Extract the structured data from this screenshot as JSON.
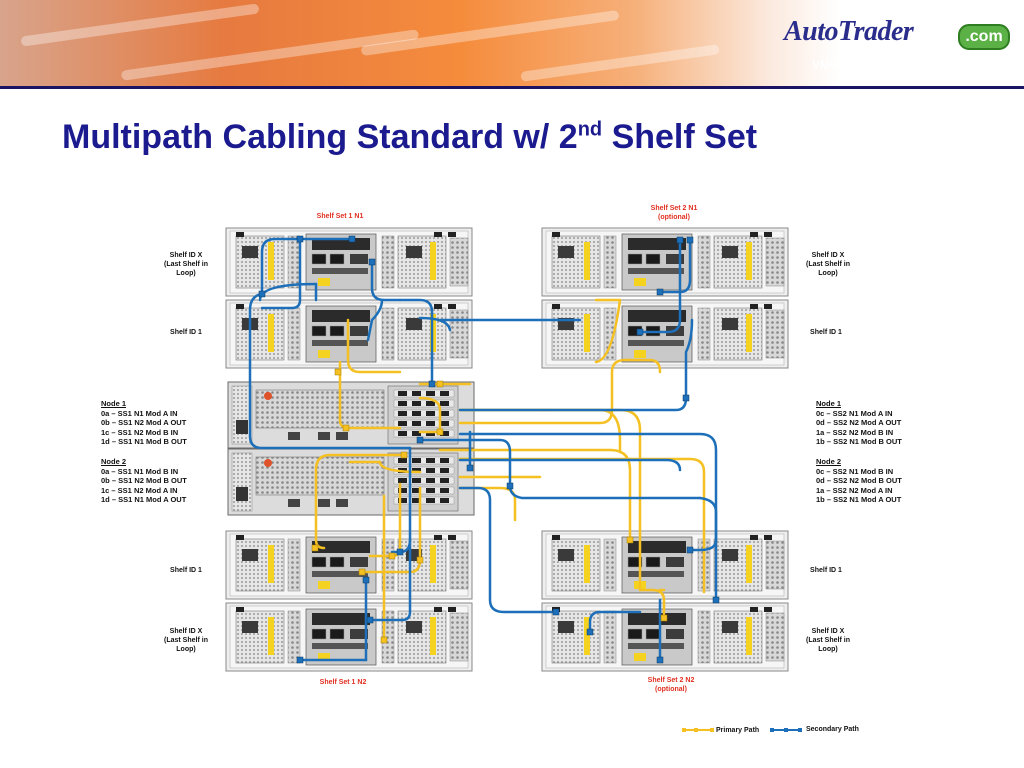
{
  "header": {
    "logo_text": "AutoTrader",
    "logo_suffix": ".com",
    "subtitle": "VMWare on NetApp"
  },
  "title": {
    "main": "Multipath Cabling Standard w/ 2",
    "sup": "nd",
    "end": " Shelf Set"
  },
  "labels": {
    "ss1n1": "Shelf Set 1 N1",
    "ss2n1": "Shelf Set 2 N1",
    "ss2n1_opt": "(optional)",
    "ss1n2": "Shelf Set 1 N2",
    "ss2n2": "Shelf Set 2 N2",
    "ss2n2_opt": "(optional)",
    "shelfx_1": "Shelf ID X",
    "shelfx_2": "(Last Shelf in",
    "shelfx_3": "Loop)",
    "shelf1": "Shelf ID 1"
  },
  "left_nodes": {
    "node1": {
      "title": "Node 1",
      "lines": [
        "0a – SS1 N1 Mod A IN",
        "0b – SS1 N2 Mod A OUT",
        "1c – SS1 N2 Mod B IN",
        "1d – SS1 N1 Mod B OUT"
      ]
    },
    "node2": {
      "title": "Node 2",
      "lines": [
        "0a – SS1 N1 Mod B IN",
        "0b – SS1 N2 Mod B OUT",
        "1c – SS1 N2 Mod A IN",
        "1d – SS1 N1 Mod A OUT"
      ]
    }
  },
  "right_nodes": {
    "node1": {
      "title": "Node 1",
      "lines": [
        "0c – SS2 N1 Mod A IN",
        "0d – SS2 N2 Mod A OUT",
        "1a – SS2 N2 Mod B IN",
        "1b – SS2 N1 Mod B OUT"
      ]
    },
    "node2": {
      "title": "Node 2",
      "lines": [
        "0c – SS2 N1 Mod B IN",
        "0d – SS2 N2 Mod B OUT",
        "1a – SS2 N2 Mod A IN",
        "1b – SS2 N1 Mod A OUT"
      ]
    }
  },
  "legend": {
    "primary": "Primary Path",
    "secondary": "Secondary Path"
  },
  "colors": {
    "primary": "#f4c022",
    "secondary": "#1c6fb8",
    "title": "#1b1b8f",
    "accent_red": "#e03020"
  }
}
